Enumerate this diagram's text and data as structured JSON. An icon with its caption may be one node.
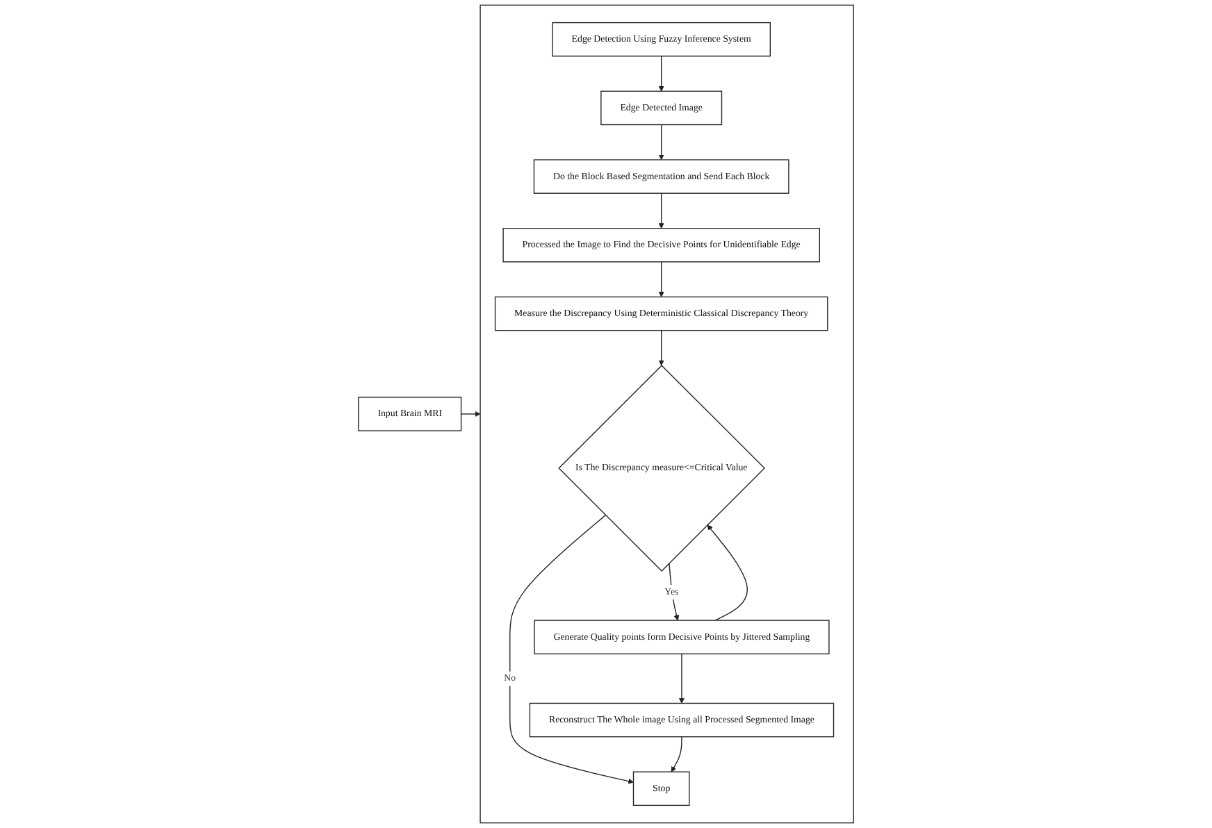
{
  "diagram": {
    "nodes": [
      {
        "text": [
          "Input Brain MRI"
        ]
      },
      {
        "text": [],
        "shape": "box"
      },
      {
        "text": [
          "Edge Detection Using Fuzzy Inference System"
        ],
        "in": 1
      },
      {
        "text": [
          "Edge Detected Image"
        ],
        "in": 1
      },
      {
        "text": [
          "Do the Block Based Segmentation and Send Each Block"
        ],
        "in": 1
      },
      {
        "text": [
          "Processed the Image to Find the Decisive Points for Unidentifiable Edge"
        ],
        "in": 1
      },
      {
        "text": [
          "Measure the Discrepancy Using Deterministic Classical Discrepancy Theory"
        ],
        "in": 1
      },
      {
        "text": [
          "Is The Discrepancy measure<=Critical Value"
        ],
        "in": 1
      },
      {
        "text": [
          "Generate Quality points form Decisive Points by Jittered Sampling"
        ],
        "in": 1
      },
      {
        "text": [
          "Reconstruct The Whole image Using all Processed Segmented Image"
        ],
        "in": 1
      },
      {
        "text": [
          "Stop"
        ],
        "in": 1
      }
    ],
    "edges": [
      {
        "from": 0,
        "to": 1,
        "arrow": "to"
      },
      {
        "from": 2,
        "to": 3,
        "arrow": "to"
      },
      {
        "from": 3,
        "to": 4,
        "arrow": "to"
      },
      {
        "from": 4,
        "to": 5,
        "arrow": "to"
      },
      {
        "from": 5,
        "to": 6,
        "arrow": "to"
      },
      {
        "from": 6,
        "to": 7,
        "arrow": "to"
      },
      {
        "from": 7,
        "to": 8,
        "arrow": "to",
        "label": "Yes"
      },
      {
        "from": 8,
        "to": 7,
        "arrow": "to"
      },
      {
        "from": 7,
        "to": 10,
        "arrow": "to",
        "label": "No"
      },
      {
        "from": 8,
        "to": 9,
        "arrow": "to"
      },
      {
        "from": 9,
        "to": 10,
        "arrow": "to"
      }
    ]
  }
}
